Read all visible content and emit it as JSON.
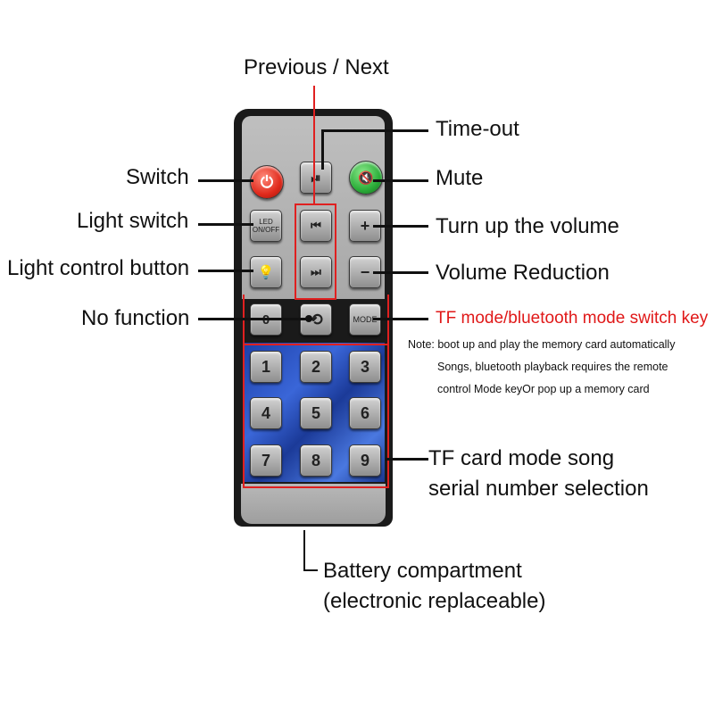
{
  "labels": {
    "previous_next": "Previous / Next",
    "time_out": "Time-out",
    "switch": "Switch",
    "mute": "Mute",
    "light_switch": "Light switch",
    "turn_up_volume": "Turn up the volume",
    "light_control": "Light control button",
    "volume_reduction": "Volume Reduction",
    "no_function": "No function",
    "tf_bt_switch": "TF mode/bluetooth mode switch key",
    "tf_song_line1": "TF card mode song",
    "tf_song_line2": "serial number selection",
    "battery_line1": "Battery compartment",
    "battery_line2": "(electronic replaceable)"
  },
  "note": {
    "line1": "Note: boot up and play the memory card automatically",
    "line2": "Songs, bluetooth playback requires the remote",
    "line3": "control Mode keyOr pop up a memory card"
  },
  "buttons": {
    "led_line1": "LED",
    "led_line2": "ON/OFF",
    "mode": "MODE",
    "power_icon": "⏻",
    "play_pause_icon": "⏯",
    "mute_icon": "🔇",
    "prev_icon": "⏮",
    "next_icon": "⏭",
    "plus": "+",
    "minus": "−",
    "bulb_icon": "💡",
    "zero": "0",
    "loop_icon": "⟲",
    "digits": [
      "1",
      "2",
      "3",
      "4",
      "5",
      "6",
      "7",
      "8",
      "9"
    ]
  },
  "colors": {
    "accent_red": "#e01818",
    "power_red": "#e02a1c",
    "mute_green": "#2cae3a",
    "keypad_blue": "#2a55c8"
  }
}
